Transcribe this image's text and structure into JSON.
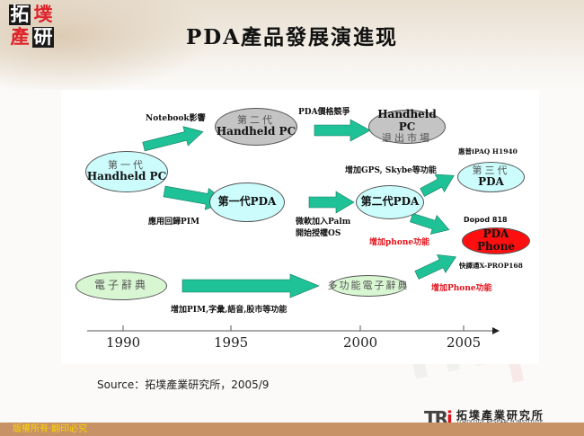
{
  "header": {
    "logo_chars": [
      "拓",
      "墣",
      "產",
      "研"
    ],
    "title": "PDA產品發展演進现"
  },
  "diagram": {
    "nodes": {
      "gen1_handheld": {
        "line1": "第一代",
        "line2": "Handheld PC",
        "fill": "#ccfcfc"
      },
      "gen2_handheld": {
        "line1": "第二代",
        "line2": "Handheld PC",
        "fill": "#c4c4c4"
      },
      "handheld_exit": {
        "line1": "Handheld PC",
        "line2": "退出市場",
        "fill": "#c4c4c4"
      },
      "gen1_pda": {
        "line1": "第一代PDA",
        "fill": "#ccfcfc"
      },
      "gen2_pda": {
        "line1": "第二代PDA",
        "fill": "#ccfcfc"
      },
      "gen3_pda": {
        "line1": "第三代",
        "line2": "PDA",
        "fill": "#ccfcfc"
      },
      "pda_phone": {
        "line1": "PDA Phone",
        "fill": "#ff0f0f"
      },
      "e_dictionary": {
        "line1": "電子辭典",
        "fill": "#d8f6d2"
      },
      "multi_e_dictionary": {
        "line1": "多功能電子辭典",
        "fill": "#d8f6d2"
      }
    },
    "labels": {
      "notebook_impact": "Notebook影響",
      "pda_price_competition": "PDA價格競爭",
      "back_to_pim": "應用回歸PIM",
      "microsoft_palm_line1": "微軟加入Palm",
      "microsoft_palm_line2": "開始授權OS",
      "add_gps_skype": "增加GPS, Skybe等功能",
      "hp_ipaq": "惠普iPAQ H1940",
      "add_phone_pda": "增加phone功能",
      "dopod": "Dopod 818",
      "xprop": "快譯通X-PROP168",
      "add_phone_dict": "增加Phone功能",
      "add_pim_dict": "增加PIM,字彙,語音,股市等功能"
    },
    "arrow_color": "#1fc197",
    "timeline": {
      "ticks": [
        "1990",
        "1995",
        "2000",
        "2005"
      ]
    }
  },
  "source": "Source：拓墣產業研究所，2005/9",
  "footer": {
    "copyright": "版權所有‧翻印必究",
    "tri_mark": "TR",
    "tri_mark_i": "i",
    "org_cn": "拓墣產業研究所",
    "org_en": "TOPOLOGY RESEARCH INSTITUTE"
  }
}
